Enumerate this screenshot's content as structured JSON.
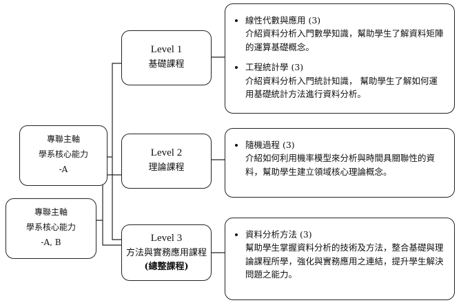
{
  "core_boxes": [
    {
      "line1": "專聯主軸",
      "line2": "學系核心能力",
      "line3": "-A"
    },
    {
      "line1": "專聯主軸",
      "line2": "學系核心能力",
      "line3": "-A, B"
    }
  ],
  "levels": [
    {
      "level": "Level 1",
      "name": "基礎課程",
      "extra": ""
    },
    {
      "level": "Level 2",
      "name": "理論課程",
      "extra": ""
    },
    {
      "level": "Level 3",
      "name": "方法與實務應用課程",
      "extra": "(總整課程)"
    }
  ],
  "courses": [
    [
      {
        "title": "線性代數與應用 (3)",
        "desc": "介紹資料分析入門數學知識，幫助學生了解資料矩陣的運算基礎概念。"
      },
      {
        "title": "工程統計學 (3)",
        "desc": "介紹資料分析入門統計知識， 幫助學生了解如何運用基礎統計方法進行資料分析。"
      }
    ],
    [
      {
        "title": "隨機過程 (3)",
        "desc": "介紹如何利用機率模型來分析與時間具關聯性的資料，幫助學生建立領域核心理論概念。"
      }
    ],
    [
      {
        "title": "資料分析方法 (3)",
        "desc": "幫助學生掌握資料分析的技術及方法，整合基礎與理論課程所學，強化與實務應用之連結，提升學生解決問題之能力。"
      }
    ]
  ]
}
